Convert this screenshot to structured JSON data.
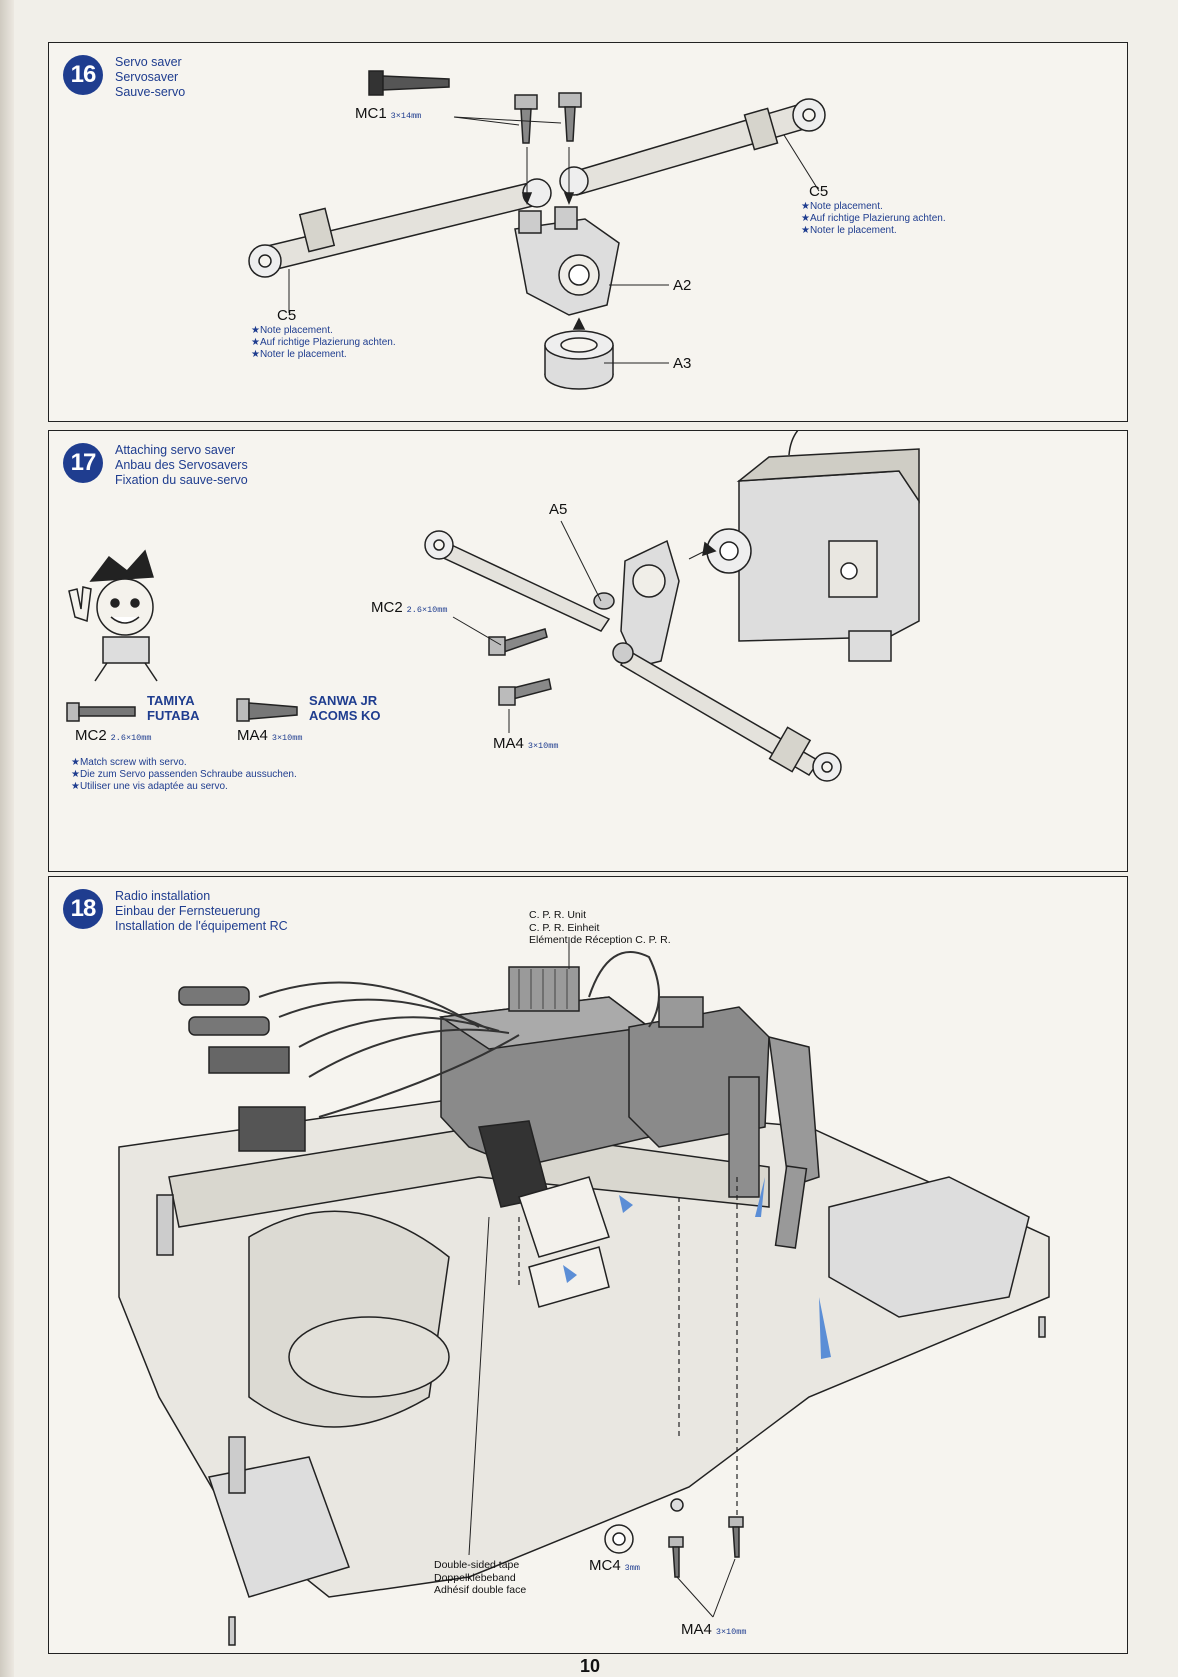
{
  "page_number": "10",
  "steps": [
    {
      "number": "16",
      "title": [
        "Servo saver",
        "Servosaver",
        "Sauve-servo"
      ],
      "screw": {
        "part": "MC1",
        "size": "3×14mm"
      },
      "part_c5_left": "C5",
      "part_c5_right": "C5",
      "part_a2": "A2",
      "part_a3": "A3",
      "note": [
        "★Note placement.",
        "★Auf richtige Plazierung achten.",
        "★Noter le placement."
      ]
    },
    {
      "number": "17",
      "title": [
        "Attaching servo saver",
        "Anbau des Servosavers",
        "Fixation du sauve-servo"
      ],
      "part_a5": "A5",
      "screw_mc2": {
        "part": "MC2",
        "size": "2.6×10mm"
      },
      "screw_ma4": {
        "part": "MA4",
        "size": "3×10mm"
      },
      "brand_group_1": [
        "TAMIYA",
        "FUTABA"
      ],
      "brand_group_2": [
        "SANWA  JR",
        "ACOMS  KO"
      ],
      "legend_mc2": {
        "part": "MC2",
        "size": "2.6×10mm"
      },
      "legend_ma4": {
        "part": "MA4",
        "size": "3×10mm"
      },
      "note": [
        "★Match screw with servo.",
        "★Die zum Servo passenden Schraube aussuchen.",
        "★Utiliser une vis adaptée au servo."
      ]
    },
    {
      "number": "18",
      "title": [
        "Radio installation",
        "Einbau der Fernsteuerung",
        "Installation de l'équipement RC"
      ],
      "cpr_unit": [
        "C. P. R. Unit",
        "C. P. R. Einheit",
        "Elément de Réception C. P. R."
      ],
      "tape": [
        "Double-sided tape",
        "Doppelklebeband",
        "Adhésif double face"
      ],
      "washer": {
        "part": "MC4",
        "size": "3mm"
      },
      "screw_ma4": {
        "part": "MA4",
        "size": "3×10mm"
      }
    }
  ],
  "colors": {
    "accent": "#1f3d8f",
    "line": "#222222",
    "arrow_blue": "#5b8ed6"
  }
}
